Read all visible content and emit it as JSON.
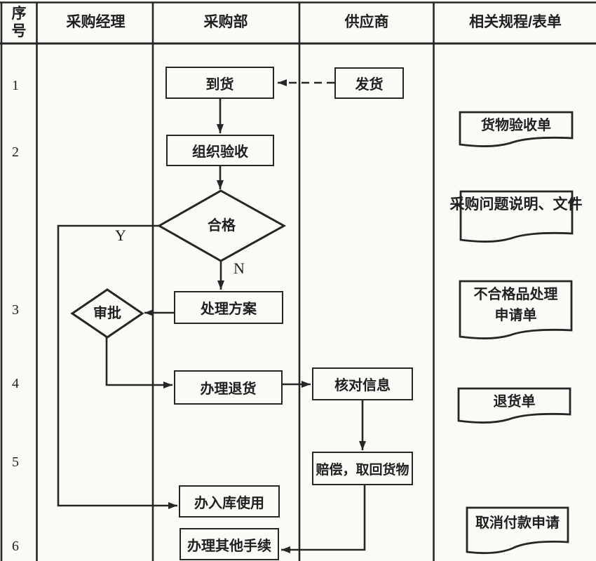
{
  "colors": {
    "background": "#fbfaf7",
    "line": "#262626",
    "text": "#1f1f1f"
  },
  "lanes": {
    "seq": {
      "line1": "序",
      "line2": "号"
    },
    "manager": "采购经理",
    "department": "采购部",
    "supplier": "供应商",
    "docs": "相关规程/表单"
  },
  "sequence": [
    "1",
    "2",
    "3",
    "4",
    "5",
    "6"
  ],
  "nodes": {
    "ship": "发货",
    "arrive": "到货",
    "inspect": "组织验收",
    "qualified": "合格",
    "approve": "审批",
    "plan": "处理方案",
    "return": "办理退货",
    "verify": "核对信息",
    "compensate": "赔偿，取回货物",
    "warehouse": "办入库使用",
    "other": "办理其他手续"
  },
  "documents": {
    "receipt": "货物验收单",
    "issue_note": "采购问题说明、文件",
    "nonconforming_line1": "不合格品处理",
    "nonconforming_line2": "申请单",
    "return_form": "退货单",
    "cancel_payment": "取消付款申请"
  },
  "branch": {
    "yes": "Y",
    "no": "N"
  }
}
